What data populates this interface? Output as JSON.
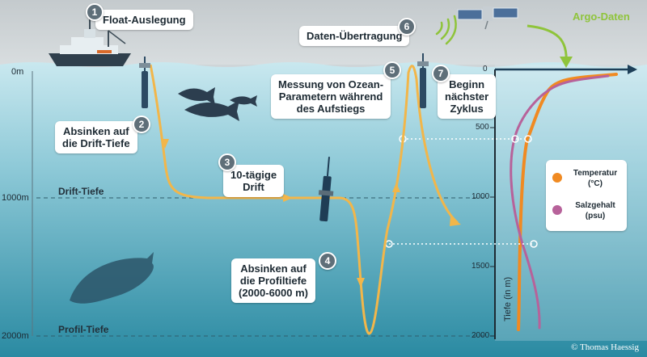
{
  "colors": {
    "sky": "#cfd5d8",
    "ocean_top": "#bfe2ea",
    "ocean_bottom": "#2c8fa6",
    "path": "#f2b64a",
    "temperature": "#f08a22",
    "salinity": "#b7629a",
    "argo": "#8fc43b",
    "badge": "#5f6f79"
  },
  "steps": [
    {
      "number": "1",
      "label": "Float-Auslegung"
    },
    {
      "number": "2",
      "label": "Absinken auf\ndie Drift-Tiefe"
    },
    {
      "number": "3",
      "label": "10-tägige\nDrift"
    },
    {
      "number": "4",
      "label": "Absinken auf\ndie Profiltiefe\n(2000-6000 m)"
    },
    {
      "number": "5",
      "label": "Messung von Ozean-\nParametern während\ndes Aufstiegs"
    },
    {
      "number": "6",
      "label": "Daten-Übertragung"
    },
    {
      "number": "7",
      "label": "Beginn\nnächster\nZyklus"
    }
  ],
  "argo_label": "Argo-Daten",
  "depth_markers": [
    {
      "value": "0m"
    },
    {
      "value": "1000m"
    },
    {
      "value": "2000m"
    }
  ],
  "depth_levels": {
    "drift": "Drift-Tiefe",
    "profile": "Profil-Tiefe"
  },
  "chart": {
    "y_axis_title": "Tiefe (in m)",
    "y_ticks": [
      "0",
      "500",
      "1000",
      "1500",
      "2000"
    ],
    "legend": [
      {
        "name": "Temperatur\n(°C)",
        "color": "#f08a22"
      },
      {
        "name": "Salzgehalt\n(psu)",
        "color": "#b7629a"
      }
    ]
  },
  "copyright": "© Thomas Haessig",
  "icons": [
    "ship-icon",
    "satellite-icon",
    "signal-waves-icon",
    "tuna-fish-icon",
    "sperm-whale-icon",
    "argo-float-icon"
  ]
}
